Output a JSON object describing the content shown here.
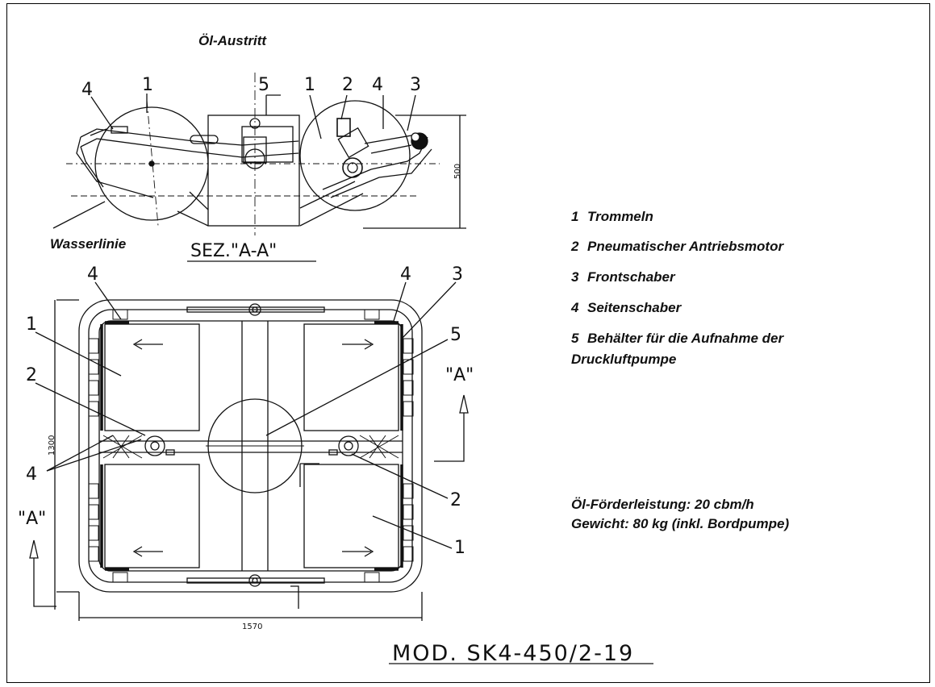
{
  "labels": {
    "oil_outlet": "Öl-Austritt",
    "waterline": "Wasserlinie",
    "section_title": "SEZ.\"A-A\"",
    "section_marker": "\"A\"",
    "model": "MOD. SK4-450/2-19",
    "dim_height_side": "500",
    "dim_height_plan": "1300",
    "dim_width_plan": "1570"
  },
  "callouts": {
    "side": [
      "4",
      "1",
      "5",
      "1",
      "2",
      "4",
      "3"
    ],
    "plan": [
      "4",
      "1",
      "2",
      "4",
      "4",
      "3",
      "5",
      "2",
      "1"
    ]
  },
  "legend": [
    {
      "num": "1",
      "text": "Trommeln"
    },
    {
      "num": "2",
      "text": "Pneumatischer Antriebsmotor"
    },
    {
      "num": "3",
      "text": "Frontschaber"
    },
    {
      "num": "4",
      "text": "Seitenschaber"
    },
    {
      "num": "5",
      "text": "Behälter für die Aufnahme der",
      "cont": "Druckluftpumpe"
    }
  ],
  "specs": {
    "capacity": "Öl-Förderleistung: 20 cbm/h",
    "weight": "Gewicht: 80 kg (inkl. Bordpumpe)"
  }
}
